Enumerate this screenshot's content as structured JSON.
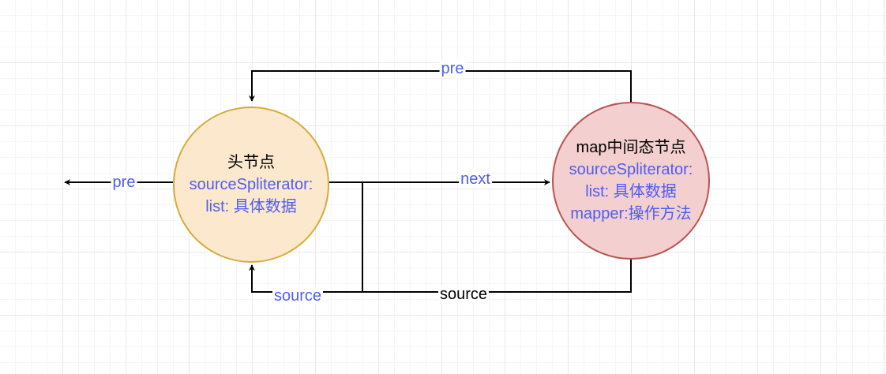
{
  "colors": {
    "label_blue": "#4e5ef0",
    "head_fill": "#fce8cd",
    "head_stroke": "#d6ab3a",
    "map_fill": "#f3cfcf",
    "map_stroke": "#b85450"
  },
  "nodes": {
    "head": {
      "title": "头节点",
      "line1": "sourceSpliterator:",
      "line2": "list: 具体数据"
    },
    "map": {
      "title": "map中间态节点",
      "line1": "sourceSpliterator:",
      "line2": "list: 具体数据",
      "line3": "mapper:操作方法"
    }
  },
  "edges": {
    "pre_top": "pre",
    "pre_left": "pre",
    "next": "next",
    "source_left": "source",
    "source_bottom": "source"
  }
}
